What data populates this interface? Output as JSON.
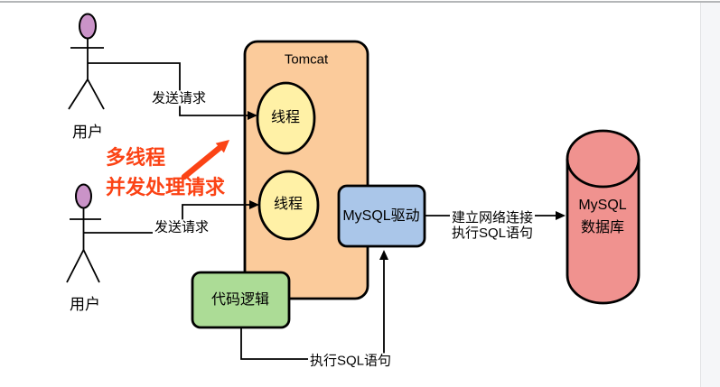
{
  "diagram": {
    "actors": [
      {
        "label": "用户"
      },
      {
        "label": "用户"
      }
    ],
    "tomcat": {
      "title": "Tomcat",
      "threads": [
        "线程",
        "线程"
      ]
    },
    "code_logic": {
      "label": "代码逻辑"
    },
    "mysql_driver": {
      "label": "MySQL驱动"
    },
    "mysql_db": {
      "line1": "MySQL",
      "line2": "数据库"
    },
    "edges": {
      "send_request_1": "发送请求",
      "send_request_2": "发送请求",
      "execute_sql_bottom": "执行SQL语句",
      "connect_line1": "建立网络连接",
      "connect_line2": "执行SQL语句"
    },
    "annotation": {
      "line1": "多线程",
      "line2": "并发处理请求"
    },
    "colors": {
      "tomcat_fill": "#fbcb9b",
      "thread_fill": "#fff1a6",
      "code_fill": "#acdc96",
      "driver_fill": "#aac6e9",
      "db_fill": "#f0928f",
      "head_fill": "#ca93c8",
      "annotation": "#fb4315"
    }
  }
}
